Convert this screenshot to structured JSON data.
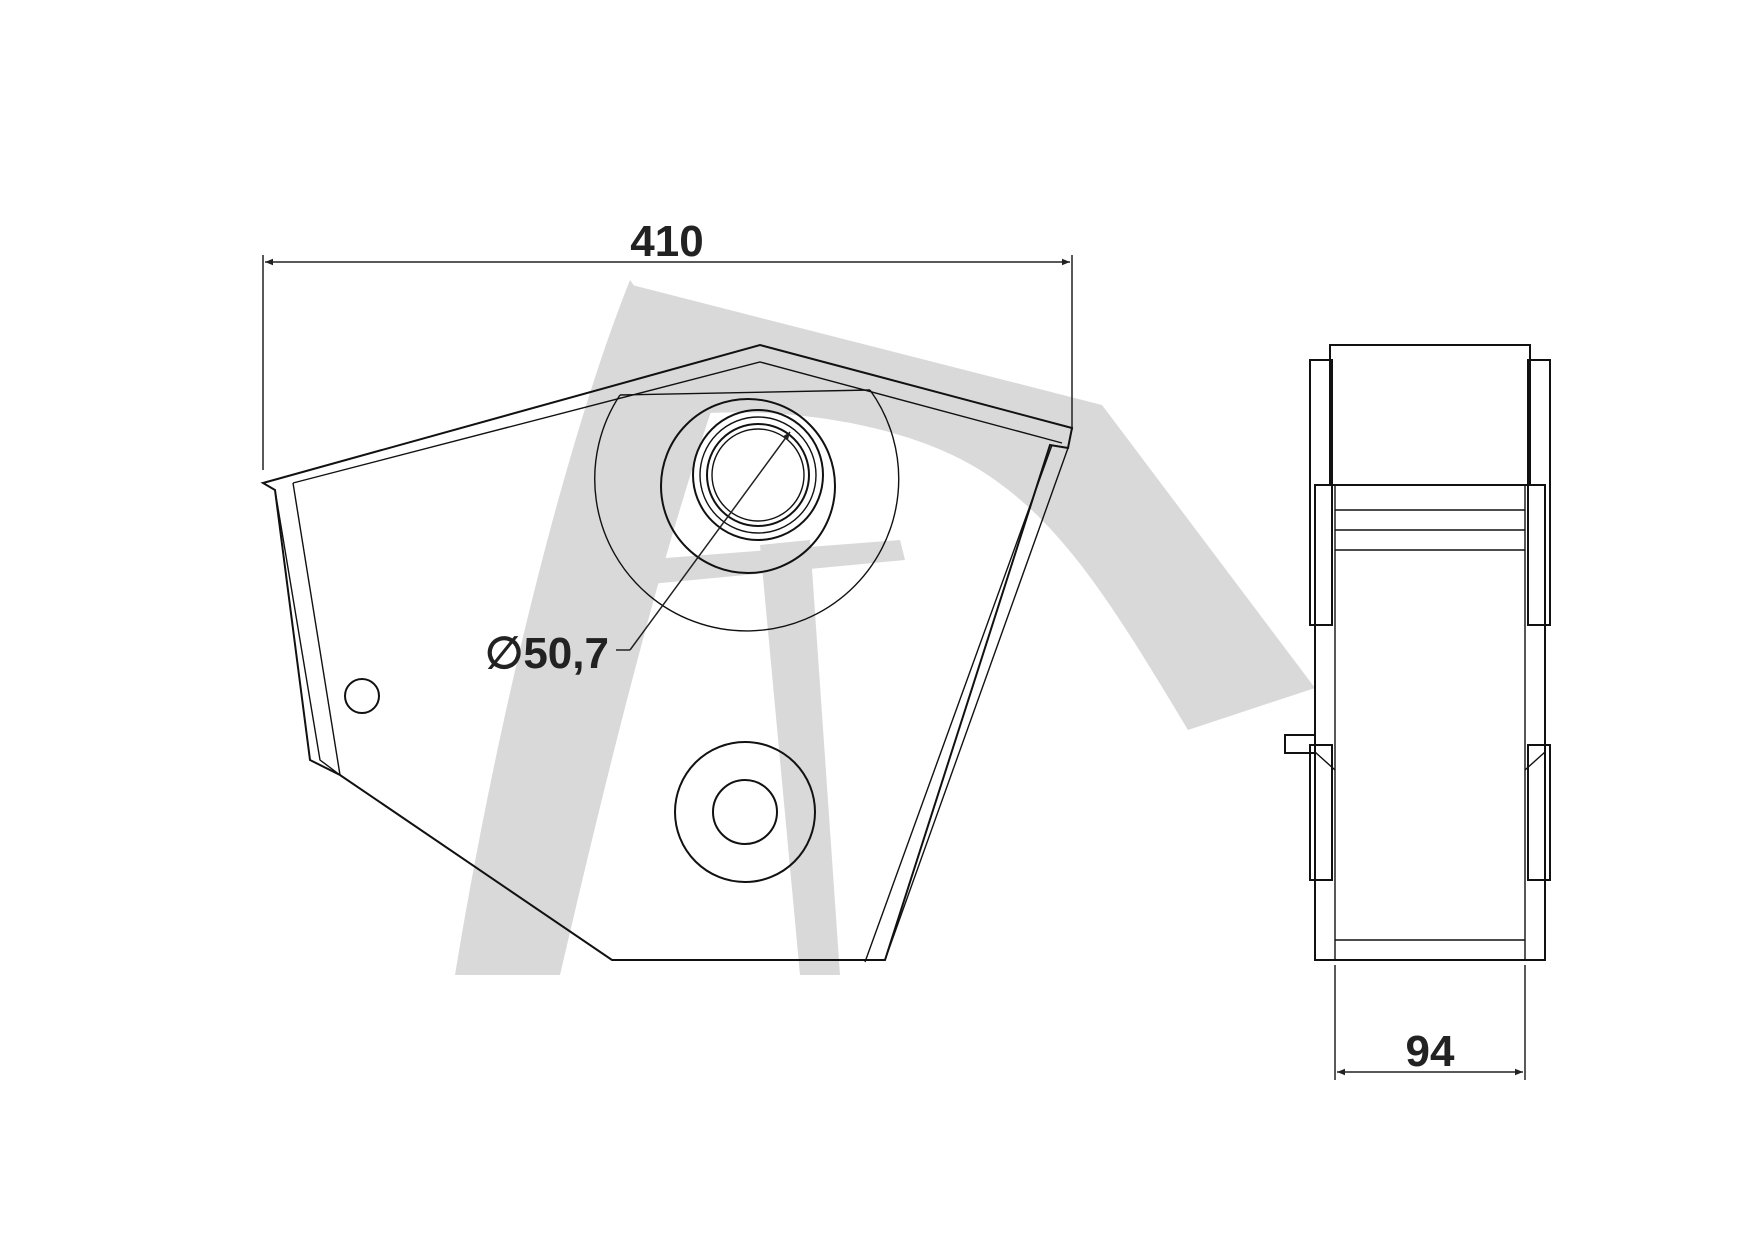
{
  "dimensions": {
    "width_front": "410",
    "bore_diameter": "∅50,7",
    "width_side": "94"
  },
  "colors": {
    "line": "#111111",
    "watermark": "#d9d9d9",
    "text": "#222222"
  },
  "watermark": {
    "name": "brand-logo-watermark"
  }
}
